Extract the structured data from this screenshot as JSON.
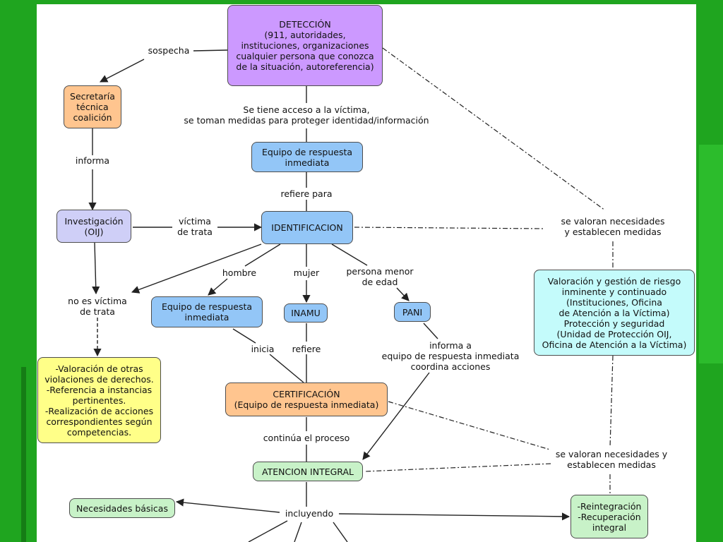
{
  "nodes": {
    "deteccion": "DETECCIÓN\n(911, autoridades,\ninstituciones, organizaciones\ncualquier persona que conozca\nde la situación, autoreferencia)",
    "secretaria": "Secretaría\ntécnica\ncoalición",
    "equipo_top": "Equipo de  respuesta\ninmediata",
    "investigacion": "Investigación\n(OIJ)",
    "identificacion": "IDENTIFICACION",
    "equipo_mid": "Equipo de  respuesta\ninmediata",
    "inamu": "INAMU",
    "pani": "PANI",
    "valoracion_otras": "-Valoración de otras\nviolaciones de derechos.\n-Referencia a instancias\npertinentes.\n-Realización de acciones\ncorrespondientes según\ncompetencias.",
    "valoracion_riesgo": "Valoración y gestión de riesgo\ninminente y continuado\n(Instituciones, Oficina\nde Atención a la Víctima)\nProtección y seguridad\n(Unidad de Protección OIJ,\nOficina de Atención a la Víctima)",
    "certificacion": "CERTIFICACIÓN\n(Equipo de respuesta inmediata)",
    "atencion": "ATENCION INTEGRAL",
    "necesidades": "Necesidades básicas",
    "reintegracion": "-Reintegración\n-Recuperación\nintegral"
  },
  "labels": {
    "sospecha": "sospecha",
    "acceso": "Se tiene acceso a la víctima,\nse toman medidas para proteger identidad/información",
    "informa": "informa",
    "refiere_para": "refiere para",
    "victima_trata": "víctima\nde trata",
    "valoran_top": "se valoran necesidades\ny establecen medidas",
    "hombre": "hombre",
    "mujer": "mujer",
    "menor": "persona menor\nde edad",
    "no_es": "no es víctima\nde trata",
    "inicia": "inicia",
    "refiere": "refiere",
    "informa_equipo": "informa a\nequipo de respuesta inmediata\ncoordina acciones",
    "continua": "continúa el proceso",
    "valoran_bottom": "se valoran necesidades y\nestablecen medidas",
    "incluyendo": "incluyendo"
  },
  "colors": {
    "background": "#1fa51f",
    "deteccion": "#cc99ff",
    "orange": "#ffc58f",
    "blue": "#93c6f7",
    "lavender": "#cfcff7",
    "yellow": "#ffff88",
    "cyan": "#c4fbfb",
    "green": "#c8f2c8"
  }
}
